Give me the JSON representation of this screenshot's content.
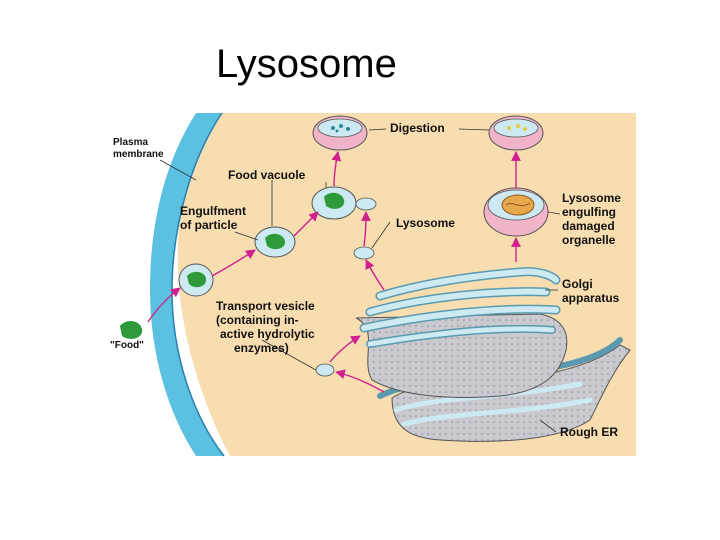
{
  "title": "Lysosome",
  "labels": {
    "plasma_membrane": [
      "Plasma",
      "membrane"
    ],
    "digestion": "Digestion",
    "food_vacuole": "Food vacuole",
    "engulfment": [
      "Engulfment",
      "of particle"
    ],
    "lysosome": "Lysosome",
    "lysosome_engulfing": [
      "Lysosome",
      "engulfing",
      "damaged",
      "organelle"
    ],
    "golgi": [
      "Golgi",
      "apparatus"
    ],
    "transport_vesicle": [
      "Transport vesicle",
      "(containing in-",
      "active hydrolytic",
      "enzymes)"
    ],
    "food": "\"Food\"",
    "rough_er": "Rough ER"
  },
  "colors": {
    "cytoplasm": "#f7ddb0",
    "membrane_blue": "#5cc0e0",
    "organelle_blue": "#cdeaf2",
    "organelle_grey": "#c9c9cf",
    "arrow_magenta": "#d11f8f",
    "food_green": "#2f9a3a",
    "lysosome_pink": "#f2b4c8"
  }
}
